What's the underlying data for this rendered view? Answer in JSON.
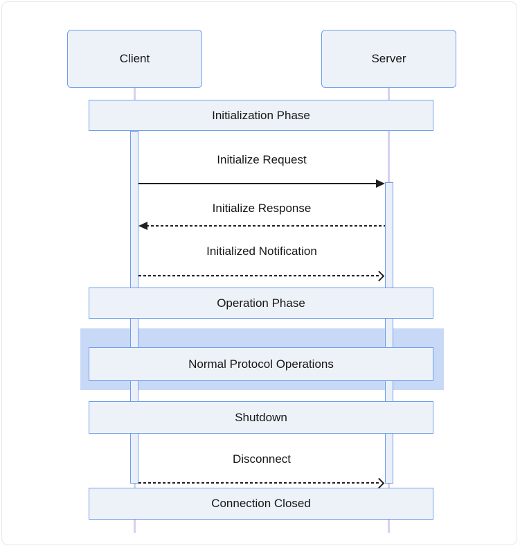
{
  "diagram": {
    "type": "sequence-diagram",
    "actors": [
      {
        "name": "Client"
      },
      {
        "name": "Server"
      }
    ],
    "notes": [
      {
        "label": "Initialization Phase"
      },
      {
        "label": "Operation Phase"
      },
      {
        "label": "Normal Protocol Operations",
        "highlighted": true
      },
      {
        "label": "Shutdown"
      },
      {
        "label": "Connection Closed"
      }
    ],
    "messages": [
      {
        "from": "Client",
        "to": "Server",
        "label": "Initialize Request",
        "line": "solid",
        "arrowhead": "filled"
      },
      {
        "from": "Server",
        "to": "Client",
        "label": "Initialize Response",
        "line": "dashed",
        "arrowhead": "filled"
      },
      {
        "from": "Client",
        "to": "Server",
        "label": "Initialized Notification",
        "line": "dashed",
        "arrowhead": "open"
      },
      {
        "from": "Client",
        "to": "Server",
        "label": "Disconnect",
        "line": "dashed",
        "arrowhead": "open"
      }
    ],
    "colors": {
      "box_border": "#6d9eeb",
      "box_fill": "#edf2f9",
      "activation_fill": "#ebf0f8",
      "highlight_band": "#c7d9f6",
      "lifeline": "#d8cff4",
      "line_and_text": "#1f1f1f",
      "card_border": "#e7e7e7",
      "background": "#ffffff"
    }
  }
}
